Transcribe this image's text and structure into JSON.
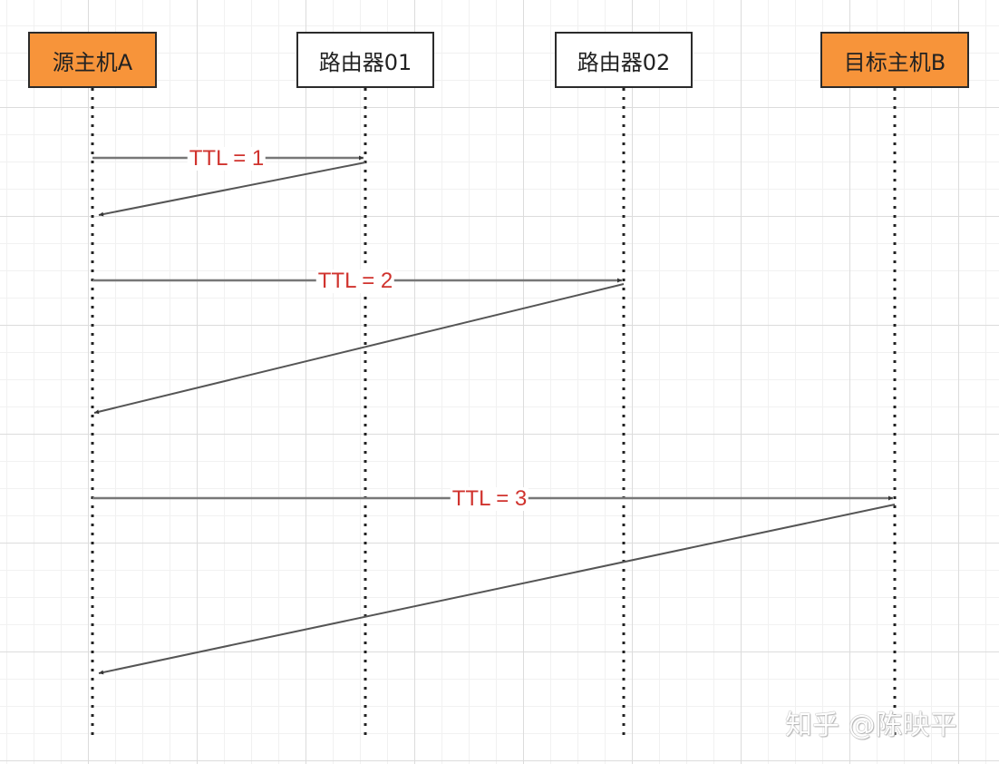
{
  "nodes": {
    "source_host": "源主机A",
    "router1": "路由器01",
    "router2": "路由器02",
    "target_host": "目标主机B"
  },
  "messages": {
    "ttl1": "TTL = 1",
    "ttl2": "TTL = 2",
    "ttl3": "TTL = 3"
  },
  "watermark": "知乎 @陈映平",
  "colors": {
    "host_fill": "#f7943a",
    "router_fill": "#ffffff",
    "label_text": "#d0332e",
    "arrow": "#555555"
  }
}
